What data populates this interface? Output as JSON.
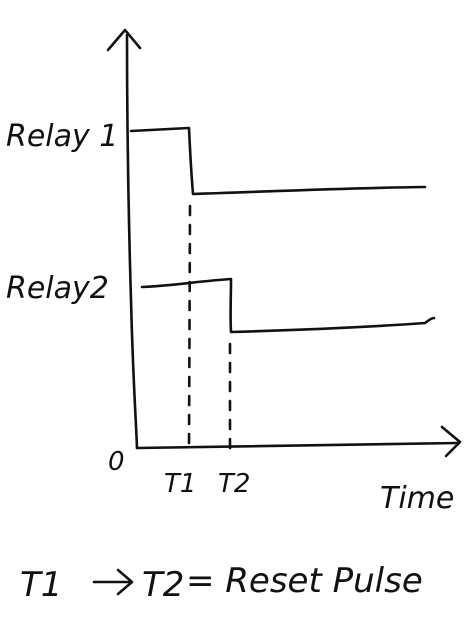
{
  "diagram": {
    "signals": [
      {
        "label": "Relay 1"
      },
      {
        "label": "Relay2"
      }
    ],
    "origin_label": "0",
    "ticks": [
      {
        "label": "T1"
      },
      {
        "label": "T2"
      }
    ],
    "x_axis_label": "Time",
    "caption": {
      "start": "T1",
      "end": "T2",
      "text": "= Reset Pulse"
    },
    "ink_color": "#111111"
  }
}
